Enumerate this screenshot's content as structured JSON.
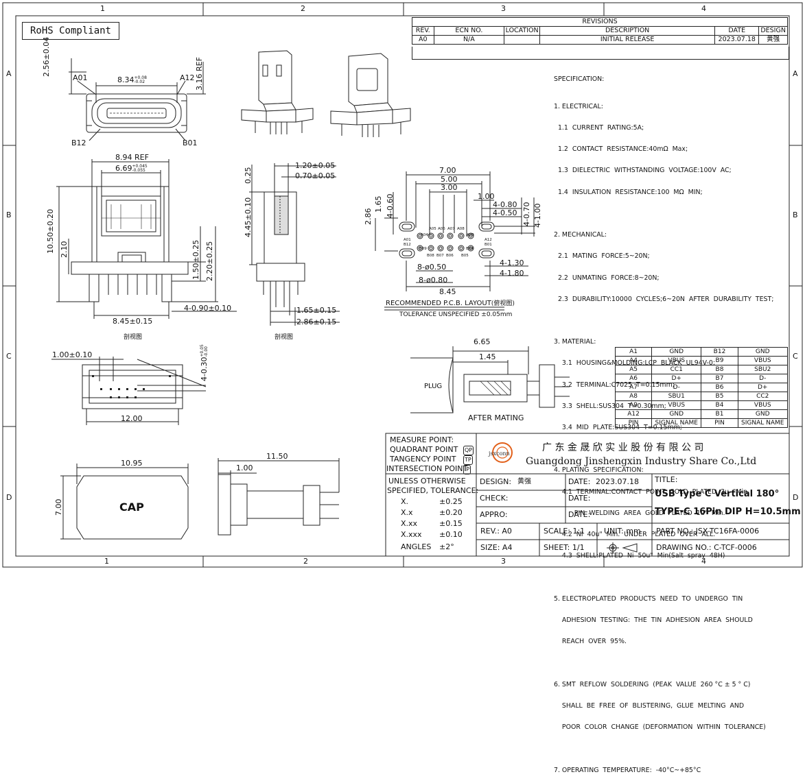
{
  "frame": {
    "col_labels": [
      "1",
      "2",
      "3",
      "4"
    ],
    "row_labels": [
      "A",
      "B",
      "C",
      "D"
    ]
  },
  "rohs": "RoHS Compliant",
  "revisions": {
    "title": "REVISIONS",
    "headers": [
      "REV.",
      "ECN NO.",
      "LOCATION",
      "DESCRIPTION",
      "DATE",
      "DESIGN"
    ],
    "rows": [
      [
        "A0",
        "N/A",
        "",
        "INITIAL RELEASE",
        "2023.07.18",
        "黄强"
      ]
    ]
  },
  "dims": {
    "top_view": {
      "d1": "8.34",
      "d1_tol_up": "+0.08",
      "d1_tol_dn": "-0.02",
      "d2": "2.56±0.04",
      "d3": "3.16 REF",
      "a01": "A01",
      "a12": "A12",
      "b12": "B12",
      "b01": "B01"
    },
    "front_view": {
      "ref": "8.94 REF",
      "w2": "6.69",
      "w2_tol_up": "+0.045",
      "w2_tol_dn": "-0.055",
      "h": "10.50±0.20",
      "h2": "2.10",
      "p1": "1.50±0.25",
      "p2": "2.20±0.25",
      "pin_w": "4-0.90±0.10",
      "base": "8.45±0.15",
      "caption": "剖视图"
    },
    "side_view": {
      "a": "1.20±0.05",
      "b": "0.70±0.05",
      "c": "0.25",
      "d": "4.45±0.10",
      "e": "1.65±0.15",
      "f": "2.86±0.15",
      "caption": "剖视图"
    },
    "pcb": {
      "w1": "7.00",
      "w2": "5.00",
      "w3": "3.00",
      "w4": "1.00",
      "s1": "4-0.80",
      "s2": "4-0.50",
      "s3": "4-0.70",
      "s4": "4-1.00",
      "v1": "4-0.60",
      "v2": "1.65",
      "v3": "2.86",
      "h1": "8-ø0.50",
      "h2": "8-ø0.80",
      "h3": "4-1.30",
      "h4": "4-1.80",
      "total": "8.45",
      "title": "RECOMMENDED P.C.B. LAYOUT",
      "title_cn": "(俯视图)",
      "tolerance": "TOLERANCE UNSPECIFIED ±0.05mm",
      "pin_labels_top": [
        "A05",
        "A06",
        "A07",
        "A08",
        "A09",
        "A12",
        "B01"
      ],
      "pin_labels_mid": [
        "A01",
        "B12",
        "A04"
      ],
      "pin_labels_bot": [
        "B08",
        "B07",
        "B06",
        "B05",
        "B09",
        "B04"
      ]
    },
    "bottom_view": {
      "d1": "1.00±0.10",
      "d2": "4-0.30",
      "d2_tol_up": "+0.05",
      "d2_tol_dn": "-0.00",
      "w": "12.00"
    },
    "cap": {
      "w": "10.95",
      "h": "7.00",
      "label": "CAP"
    },
    "side2": {
      "w": "11.50",
      "d": "1.00"
    },
    "mating": {
      "a": "6.65",
      "b": "1.45",
      "plug": "PLUG",
      "caption": "AFTER MATING"
    }
  },
  "specification": {
    "heading": "SPECIFICATION:",
    "lines": [
      "1. ELECTRICAL:",
      "  1.1  CURRENT  RATING:5A;",
      "  1.2  CONTACT  RESISTANCE:40mΩ  Max;",
      "  1.3  DIELECTRIC  WITHSTANDING  VOLTAGE:100V  AC;",
      "  1.4  INSULATION  RESISTANCE:100  MΩ  MIN;",
      "",
      "2. MECHANICAL:",
      "  2.1  MATING  FORCE:5~20N;",
      "  2.2  UNMATING  FORCE:8~20N;",
      "  2.3  DURABILITY:10000  CYCLES;6~20N  AFTER  DURABILITY  TEST;",
      "",
      "3. MATERIAL:",
      "    3.1  HOUSING&MOLDING:LCP  BLACK  UL94V-0;",
      "    3.2  TERMINAL:C7025  T=0.15mm;",
      "    3.3  SHELL:SUS304  T=0.30mm;",
      "    3.4  MID  PLATE:SUS304  T=0.15mm;",
      "",
      "4. PLATING  SPECIFICATION:",
      "    4.1  TERMINAL:CONTACT  POINT  GOLD  PLATED  3u  \"Min",
      "          PIN  WELDING  AREA  GOLD  PLATED  1u\"  Min.",
      "    4.2  NI  40u\"  Min.  UNDER  PLATED  OVER  ALL.",
      "    4.3  SHELL:PLATED  Ni  50u\"  Min(Salt  spray  48H)",
      "",
      "5. ELECTROPLATED  PRODUCTS  NEED  TO  UNDERGO  TIN",
      "    ADHESION  TESTING:  THE  TIN  ADHESION  AREA  SHOULD",
      "    REACH  OVER  95%.",
      "",
      "6. SMT  REFLOW  SOLDERING  (PEAK  VALUE  260 °C ± 5 ° C)",
      "    SHALL  BE  FREE  OF  BLISTERING,  GLUE  MELTING  AND",
      "    POOR  COLOR  CHANGE  (DEFORMATION  WITHIN  TOLERANCE)",
      "",
      "7. OPERATING  TEMPERATURE:  -40°C~+85°C"
    ]
  },
  "pin_table": {
    "headers": [
      "PIN",
      "SIGNAL NAME",
      "PIN",
      "SIGNAL NAME"
    ],
    "rows": [
      [
        "A1",
        "GND",
        "B12",
        "GND"
      ],
      [
        "A4",
        "VBUS",
        "B9",
        "VBUS"
      ],
      [
        "A5",
        "CC1",
        "B8",
        "SBU2"
      ],
      [
        "A6",
        "D+",
        "B7",
        "D-"
      ],
      [
        "A7",
        "D-",
        "B6",
        "D+"
      ],
      [
        "A8",
        "SBU1",
        "B5",
        "CC2"
      ],
      [
        "A9",
        "VBUS",
        "B4",
        "VBUS"
      ],
      [
        "A12",
        "GND",
        "B1",
        "GND"
      ]
    ]
  },
  "title_block": {
    "points": [
      "MEASURE  POINT:",
      "QUADRANT  POINT",
      "TANGENCY  POINT",
      "INTERSECTION  POINT"
    ],
    "point_codes": [
      "QP",
      "TP",
      "IP"
    ],
    "tolerance_head": [
      "UNLESS  OTHERWISE",
      "SPECIFIED,  TOLERANCE:"
    ],
    "tolerances": [
      [
        "X.",
        "±0.25"
      ],
      [
        "X.x",
        "±0.20"
      ],
      [
        "X.xx",
        "±0.15"
      ],
      [
        "X.xxx",
        "±0.10"
      ],
      [
        "ANGLES",
        "±2°"
      ]
    ],
    "logo_text": "jsxconn",
    "company_cn": "广 东 金 晟 欣 实 业 股 份 有 限 公 司",
    "company_en": "Guangdong Jinshengxin Industry Share Co.,Ltd",
    "design_label": "DESIGN:",
    "design_value": "黄强",
    "check_label": "CHECK:",
    "appro_label": "APPRO:",
    "date_label": "DATE:",
    "date_value": "2023.07.18",
    "title_label": "TITLE:",
    "title_line1": "USB Type C Vertical 180°",
    "title_line2": "TYPE-C 16Pin DIP H=10.5mm",
    "rev": "REV.: A0",
    "scale": "SCALE: 1:1",
    "unit": "UNIT: mm",
    "part_no": "PART NO.:  JSX-TC16FA-0006",
    "size": "SIZE: A4",
    "sheet": "SHEET: 1/1",
    "drawing_no": "DRAWING NO.:  C-TCF-0006"
  }
}
